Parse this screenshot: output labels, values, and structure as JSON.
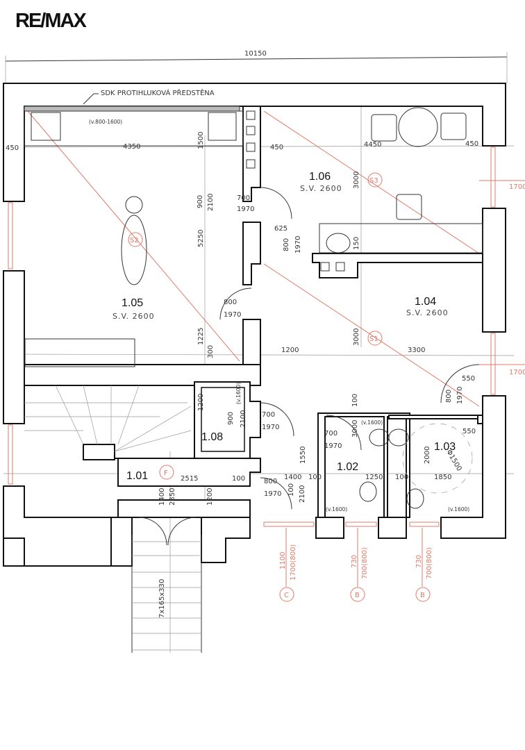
{
  "logo": "RE/MAX",
  "notes": {
    "overall_width": "10150",
    "acoustic_wall": "SDK PROTIHLUKOVÁ PŘEDSTĚNA",
    "counter_height": "(v.800-1600)",
    "stair_spec": "7x165x330"
  },
  "rooms": [
    {
      "id": "1.01"
    },
    {
      "id": "1.02"
    },
    {
      "id": "1.03"
    },
    {
      "id": "1.04",
      "height": "S.V. 2600"
    },
    {
      "id": "1.05",
      "height": "S.V. 2600"
    },
    {
      "id": "1.06",
      "height": "S.V. 2600"
    },
    {
      "id": "1.08"
    }
  ],
  "section_marks": [
    "S1",
    "S2",
    "S3",
    "F",
    "C",
    "B",
    "B"
  ],
  "dims": [
    "450",
    "4350",
    "1500",
    "450",
    "4450",
    "450",
    "3000",
    "700",
    "1970",
    "900",
    "2100",
    "625",
    "800",
    "1970",
    "150",
    "5250",
    "800",
    "1970",
    "3000",
    "1225",
    "300",
    "1200",
    "3300",
    "550",
    "800",
    "1970",
    "1200",
    "900",
    "2100",
    "(v.1600)",
    "700",
    "1970",
    "100",
    "(v.1600)",
    "700",
    "1970",
    "3000",
    "550",
    "2000",
    "Φ1500",
    "1550",
    "2515",
    "100",
    "800",
    "1970",
    "1400",
    "100",
    "1250",
    "100",
    "1850",
    "1400",
    "2350",
    "1200",
    "100",
    "2100",
    "(v.1600)",
    "(v.1600)"
  ],
  "window_dims": [
    "1100",
    "1700(800)",
    "730",
    "700(800)",
    "730",
    "700(800)",
    "1700",
    "1700"
  ]
}
